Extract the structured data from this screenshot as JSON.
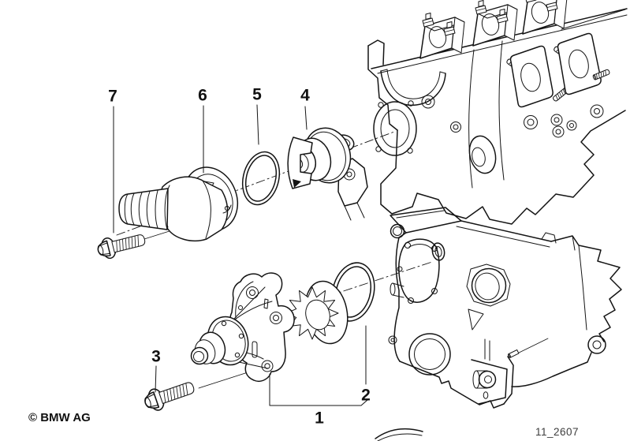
{
  "diagram": {
    "background_color": "#ffffff",
    "line_color": "#141414",
    "callouts": [
      {
        "label": "1",
        "part": "water-pump"
      },
      {
        "label": "2",
        "part": "o-ring"
      },
      {
        "label": "3",
        "part": "hex-bolt"
      },
      {
        "label": "4",
        "part": "thermostat"
      },
      {
        "label": "5",
        "part": "gasket-ring"
      },
      {
        "label": "6",
        "part": "thermostat-housing"
      },
      {
        "label": "7",
        "part": "hex-bolt"
      }
    ],
    "footer": {
      "copyright": "© BMW AG",
      "drawing_number": "11_2607"
    }
  }
}
